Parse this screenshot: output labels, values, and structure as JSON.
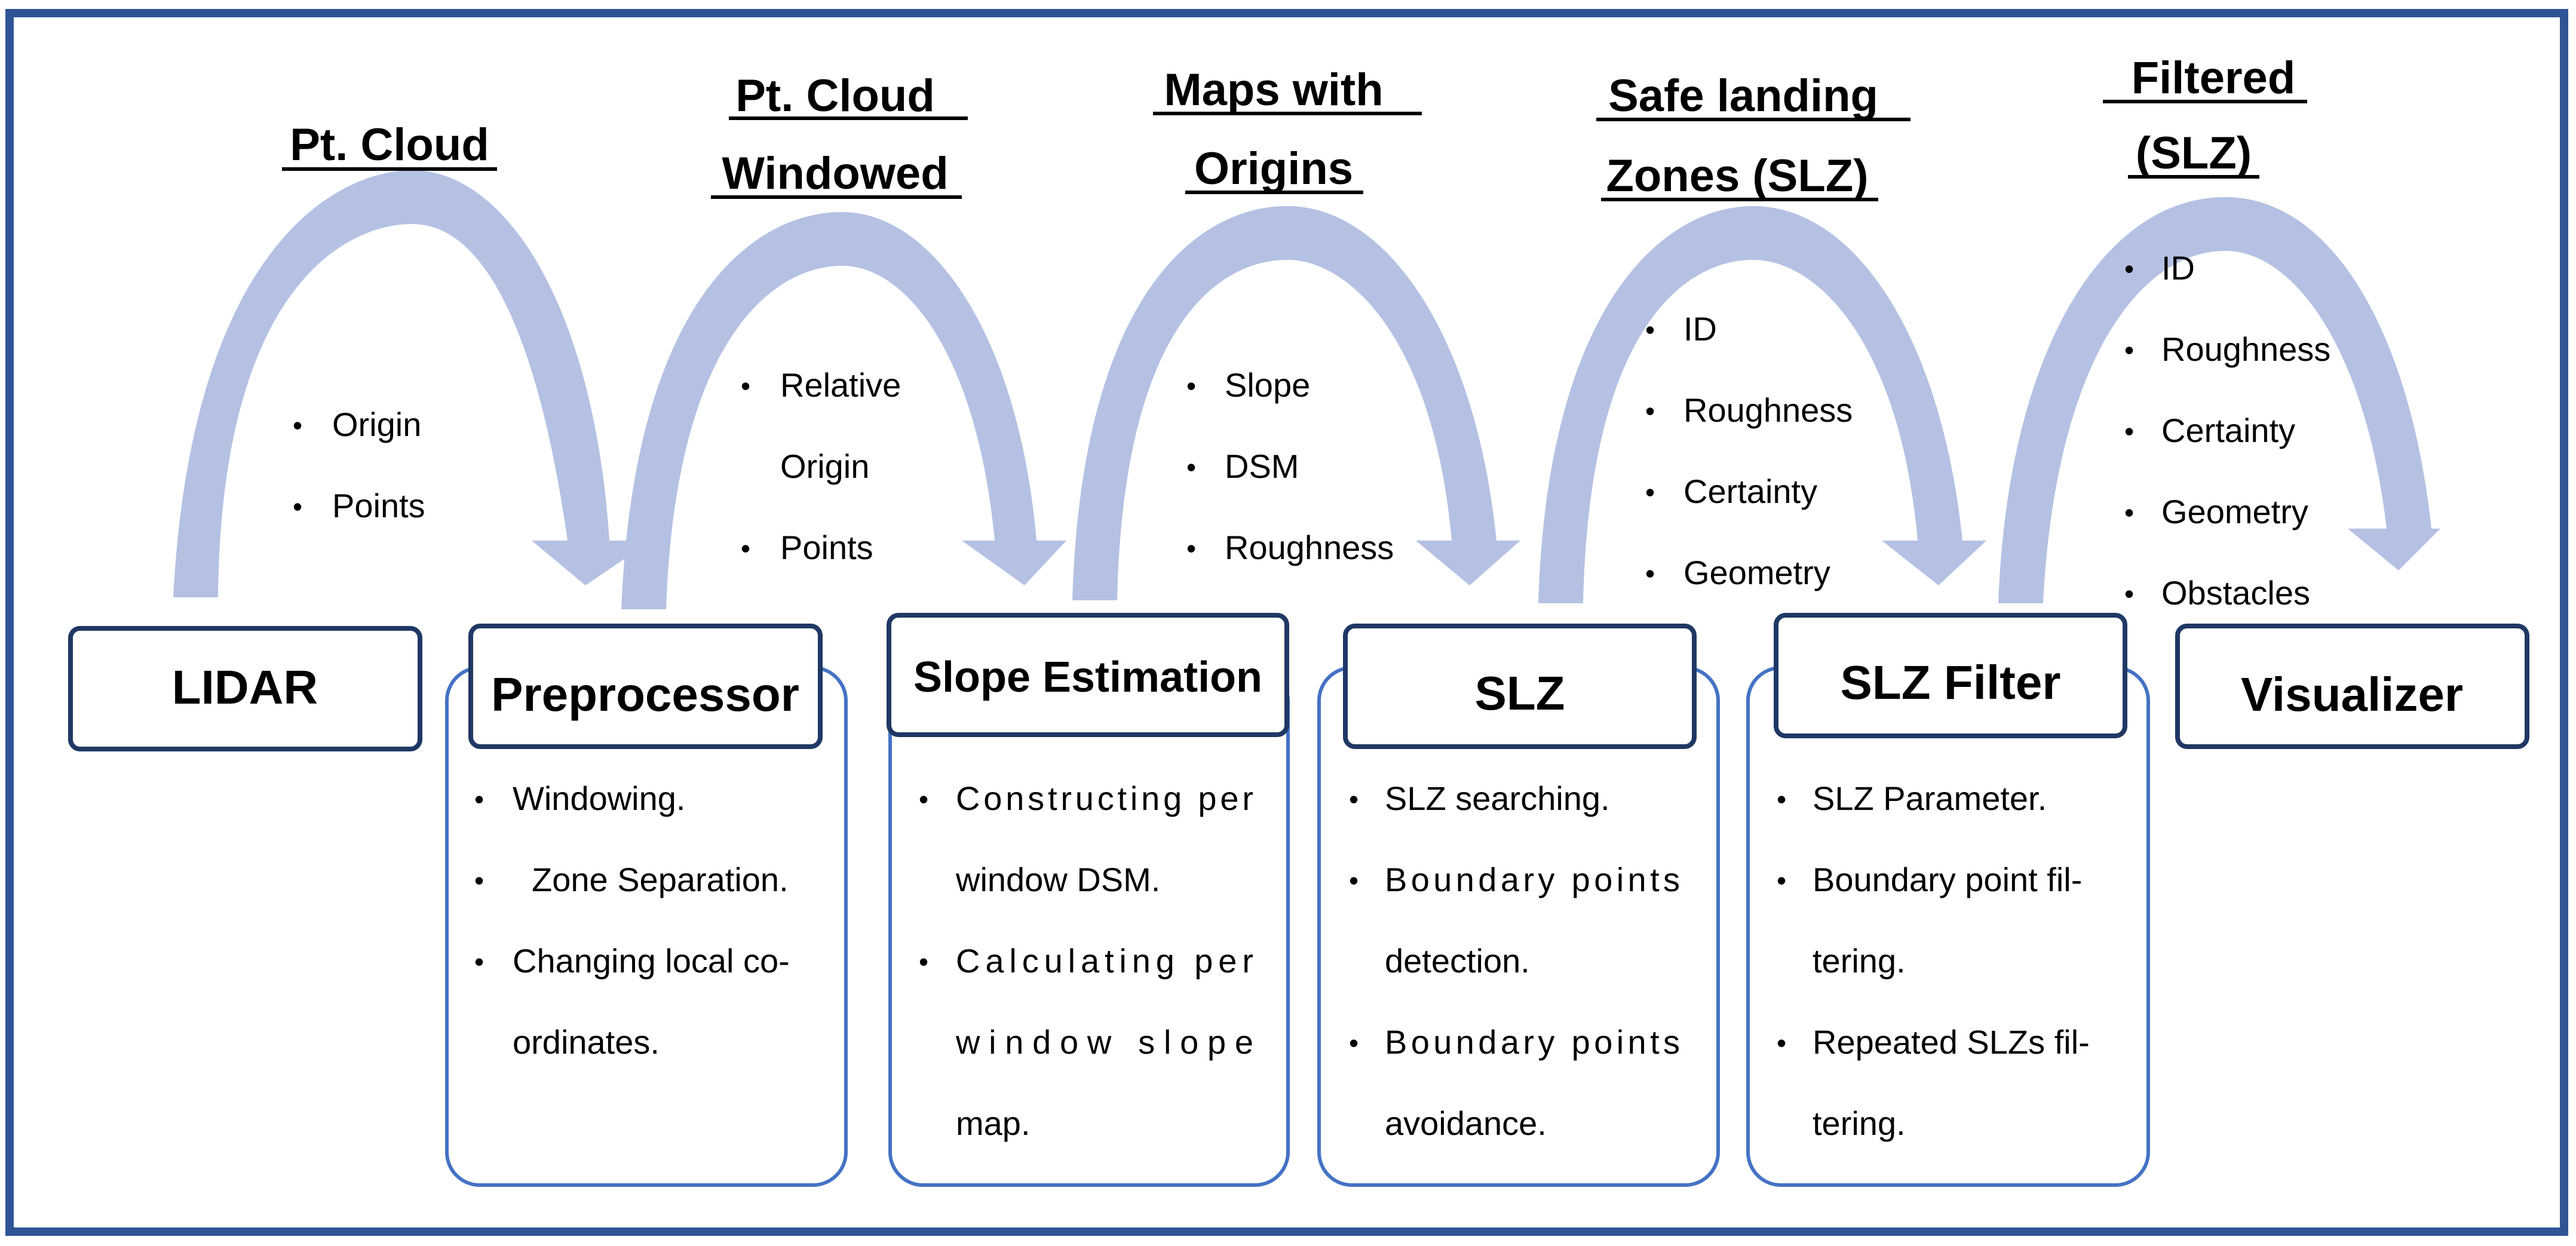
{
  "colors": {
    "frame": "#2f5496",
    "block_border": "#1f3864",
    "panel_border": "#4472c4",
    "arc": "#b4c1e3",
    "text": "#000000"
  },
  "blocks": [
    {
      "id": "lidar",
      "label": "LIDAR"
    },
    {
      "id": "preprocessor",
      "label": "Preprocessor"
    },
    {
      "id": "slope-estimation",
      "label": "Slope Estimation"
    },
    {
      "id": "slz",
      "label": "SLZ"
    },
    {
      "id": "slz-filter",
      "label": "SLZ Filter"
    },
    {
      "id": "visualizer",
      "label": "Visualizer"
    }
  ],
  "arcs": [
    {
      "title_lines": [
        "Pt. Cloud"
      ],
      "items": [
        "Origin",
        "Points"
      ]
    },
    {
      "title_lines": [
        "Pt. Cloud",
        "Windowed"
      ],
      "items": [
        "Relative",
        "Origin",
        "Points"
      ]
    },
    {
      "title_lines": [
        "Maps with",
        "Origins"
      ],
      "items": [
        "Slope",
        "DSM",
        "Roughness"
      ]
    },
    {
      "title_lines": [
        "Safe landing",
        "Zones (SLZ)"
      ],
      "items": [
        "ID",
        "Roughness",
        "Certainty",
        "Geometry"
      ]
    },
    {
      "title_lines": [
        "Filtered",
        "(SLZ)"
      ],
      "items": [
        "ID",
        "Roughness",
        "Certainty",
        "Geometry",
        "Obstacles"
      ]
    }
  ],
  "panels": [
    {
      "block": "preprocessor",
      "lines": [
        "Windowing.",
        "Zone Separation.",
        "Changing local co-",
        "ordinates."
      ]
    },
    {
      "block": "slope-estimation",
      "lines": [
        "Constructing per",
        "window DSM.",
        "Calculating per",
        "window slope",
        "map."
      ]
    },
    {
      "block": "slz",
      "lines": [
        "SLZ searching.",
        "Boundary points",
        "detection.",
        "Boundary points",
        "avoidance."
      ]
    },
    {
      "block": "slz-filter",
      "lines": [
        "SLZ Parameter.",
        "Boundary point fil-",
        "tering.",
        "Repeated SLZs fil-",
        "tering."
      ]
    }
  ]
}
